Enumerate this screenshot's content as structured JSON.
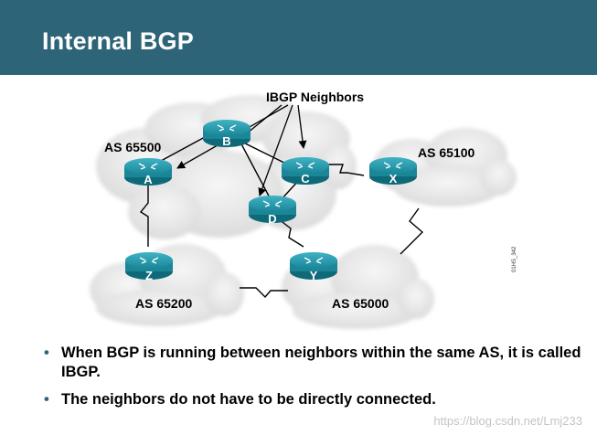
{
  "title": "Internal BGP",
  "ibgp_label": "IBGP Neighbors",
  "as_labels": {
    "as65500": "AS 65500",
    "as65100": "AS 65100",
    "as65200": "AS 65200",
    "as65000": "AS 65000"
  },
  "routers": {
    "a": "A",
    "b": "B",
    "c": "C",
    "d": "D",
    "x": "X",
    "y": "Y",
    "z": "Z"
  },
  "side_code": "01HS_342",
  "bullets": [
    "When BGP is running between neighbors within the same AS, it is called IBGP.",
    "The neighbors do not have to be directly connected."
  ],
  "bullet_symbol": "•",
  "watermark": "https://blog.csdn.net/Lmj233",
  "colors": {
    "header": "#2e6477",
    "router": "#1e8a9c",
    "cloud": "#ececec"
  }
}
